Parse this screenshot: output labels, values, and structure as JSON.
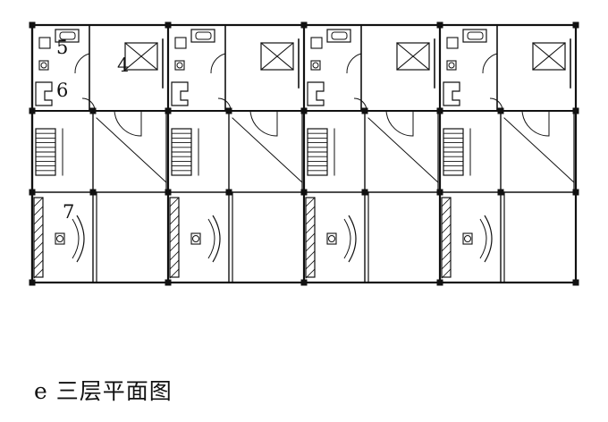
{
  "caption": "e 三层平面图",
  "room_labels": [
    "5",
    "4",
    "6",
    "7"
  ],
  "unit_count": 4,
  "colors": {
    "line": "#111111",
    "background": "#ffffff"
  }
}
